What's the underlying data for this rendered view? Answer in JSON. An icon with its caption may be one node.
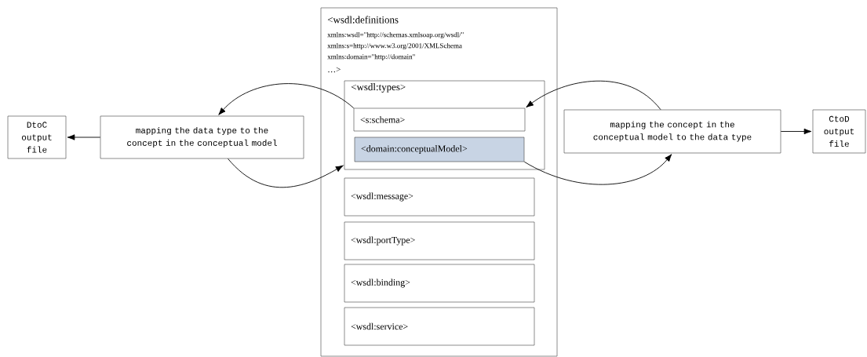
{
  "diagram": {
    "nodes": [
      {
        "text": [
          "<wsdl:definitions",
          "xmlns:wsdl=\"http://schemas.xmlsoap.org/wsdl/\"",
          "xmlns:s=http://www.w3.org/2001/XMLSchema",
          "xmlns:domain=\"http://domain\"",
          "…>"
        ]
      },
      {
        "text": [
          "<wsdl:types>"
        ],
        "in": 0
      },
      {
        "text": [
          "<s:schema>"
        ],
        "in": 1
      },
      {
        "text": [
          "<domain:conceptualModel>"
        ],
        "in": 1
      },
      {
        "text": [
          "<wsdl:message>"
        ],
        "in": 0
      },
      {
        "text": [
          "<wsdl:portType>"
        ],
        "in": 0
      },
      {
        "text": [
          "<wsdl:binding>"
        ],
        "in": 0
      },
      {
        "text": [
          "<wsdl:service>"
        ],
        "in": 0
      },
      {
        "text": [
          "DtoC output file"
        ]
      },
      {
        "text": [
          "mapping the data type to the concept in the conceptual model"
        ]
      },
      {
        "text": [
          "mapping the concept in the conceptual model to the data type"
        ]
      },
      {
        "text": [
          "CtoD output file"
        ]
      }
    ],
    "edges": [
      {
        "from": 2,
        "to": 9,
        "arrow": "to"
      },
      {
        "from": 9,
        "to": 1,
        "arrow": "to"
      },
      {
        "from": 3,
        "to": 10,
        "arrow": "to"
      },
      {
        "from": 10,
        "to": 2,
        "arrow": "to"
      },
      {
        "from": 9,
        "to": 8,
        "arrow": "to"
      },
      {
        "from": 10,
        "to": 11,
        "arrow": "to"
      }
    ]
  }
}
